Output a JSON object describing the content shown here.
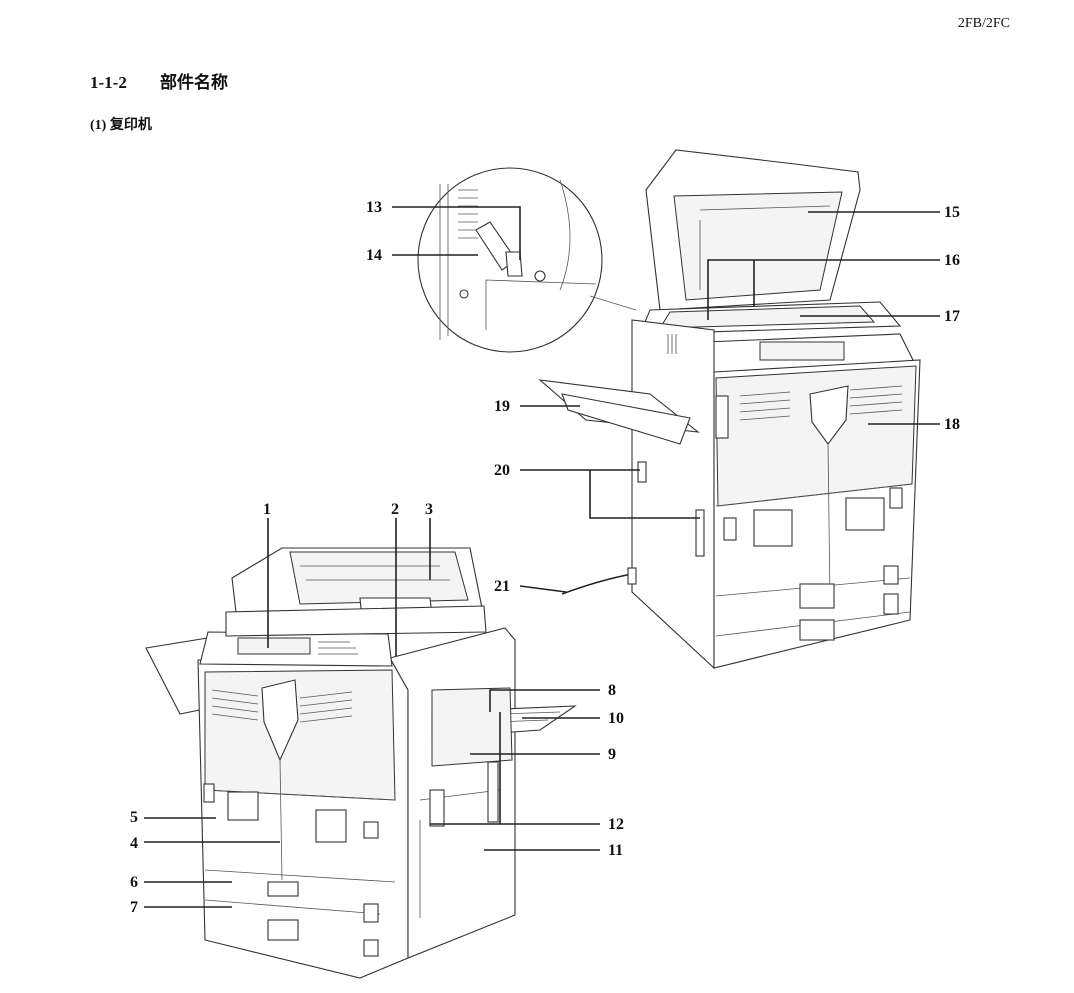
{
  "header": {
    "doc_code": "2FB/2FC"
  },
  "section": {
    "number": "1-1-2",
    "title": "部件名称"
  },
  "subsection": {
    "title": "(1) 复印机"
  },
  "callouts": [
    "1",
    "2",
    "3",
    "4",
    "5",
    "6",
    "7",
    "8",
    "9",
    "10",
    "11",
    "12",
    "13",
    "14",
    "15",
    "16",
    "17",
    "18",
    "19",
    "20",
    "21"
  ]
}
